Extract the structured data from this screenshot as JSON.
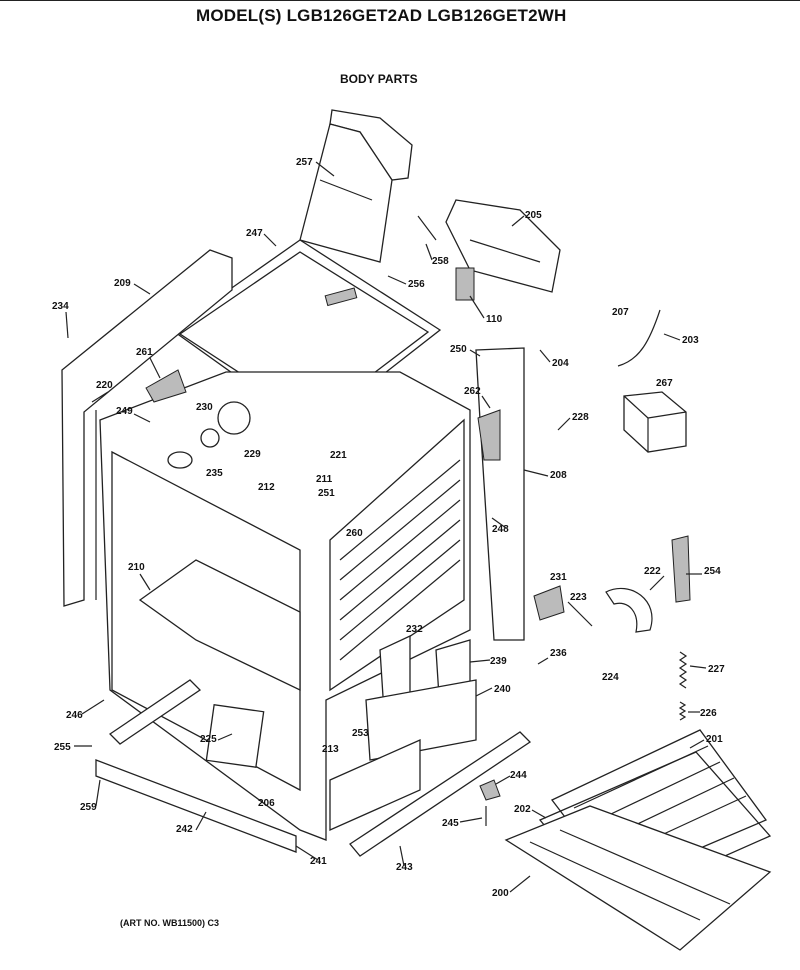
{
  "header": {
    "title": "MODEL(S) LGB126GET2AD  LGB126GET2WH",
    "subtitle": "BODY PARTS"
  },
  "footer": {
    "art_no": "(ART NO. WB11500) C3"
  },
  "parts": {
    "p257": "257",
    "p205": "205",
    "p247": "247",
    "p258": "258",
    "p209": "209",
    "p256": "256",
    "p110": "110",
    "p234": "234",
    "p207": "207",
    "p203": "203",
    "p261": "261",
    "p250": "250",
    "p204": "204",
    "p267": "267",
    "p220": "220",
    "p262": "262",
    "p228": "228",
    "p249": "249",
    "p230": "230",
    "p221": "221",
    "p229": "229",
    "p235": "235",
    "p211": "211",
    "p212": "212",
    "p251": "251",
    "p208": "208",
    "p260": "260",
    "p248": "248",
    "p210": "210",
    "p231": "231",
    "p222": "222",
    "p254": "254",
    "p223": "223",
    "p232": "232",
    "p239": "239",
    "p236": "236",
    "p224": "224",
    "p227": "227",
    "p240": "240",
    "p246": "246",
    "p226": "226",
    "p225": "225",
    "p253": "253",
    "p255": "255",
    "p213": "213",
    "p201": "201",
    "p244": "244",
    "p259": "259",
    "p206": "206",
    "p202": "202",
    "p242": "242",
    "p245": "245",
    "p241": "241",
    "p243": "243",
    "p200": "200"
  }
}
